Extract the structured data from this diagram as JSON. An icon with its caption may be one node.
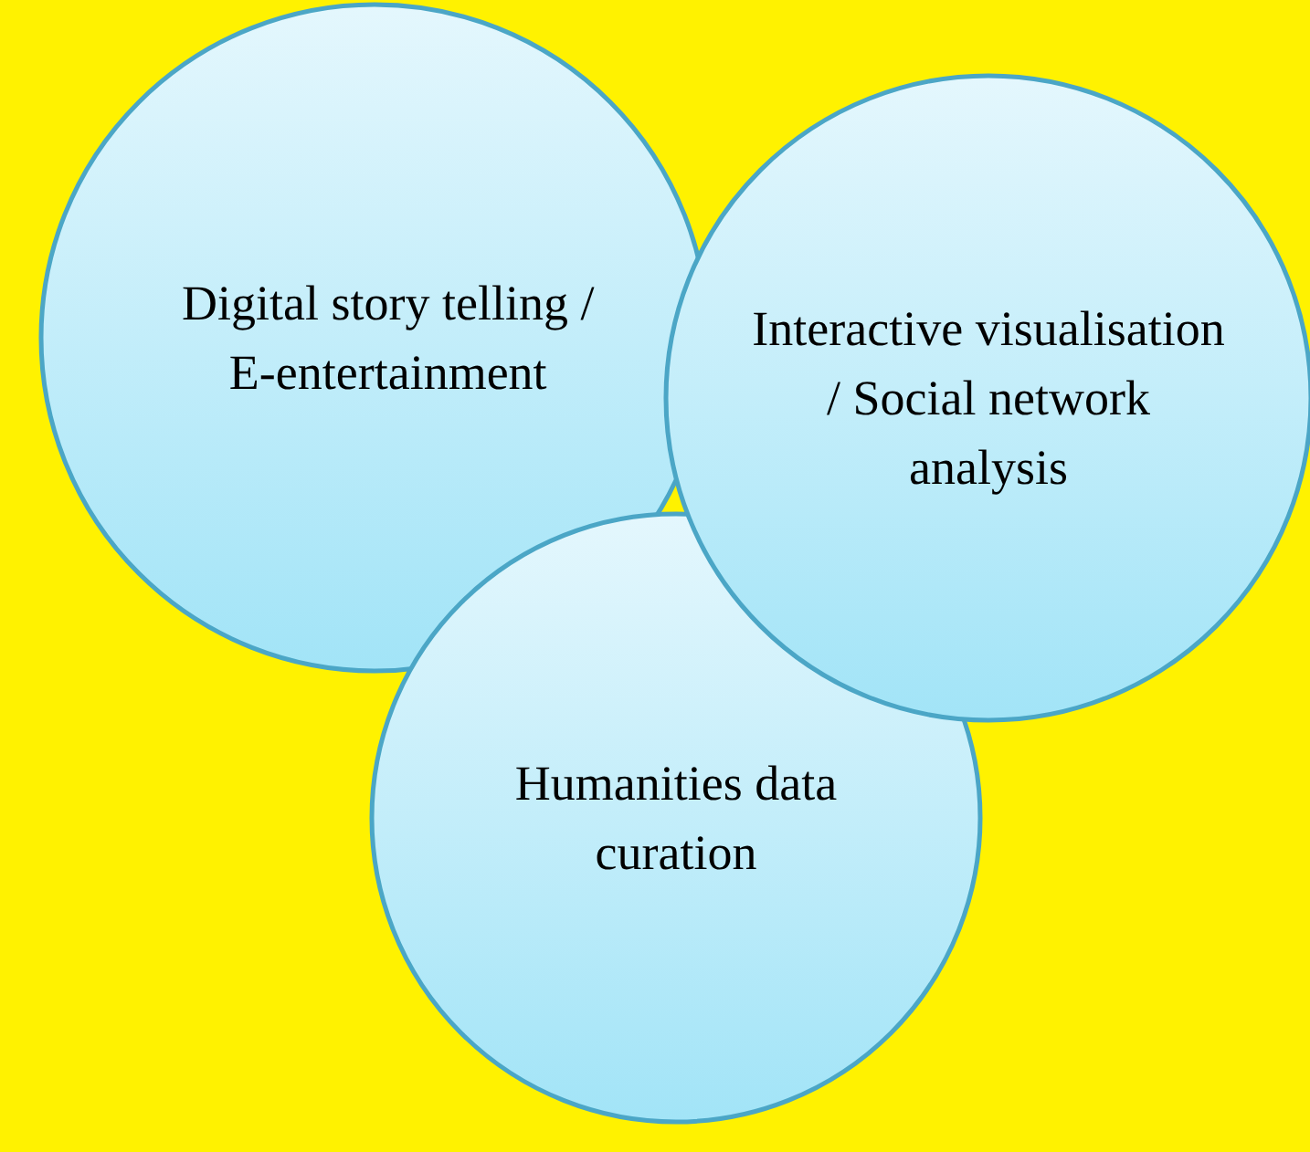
{
  "diagram": {
    "nodes": [
      {
        "text": [
          "Digital story telling / E-entertainment"
        ]
      },
      {
        "text": [
          "Interactive visualisation / Social network analysis"
        ]
      },
      {
        "text": [
          "Humanities data curation"
        ]
      }
    ]
  }
}
